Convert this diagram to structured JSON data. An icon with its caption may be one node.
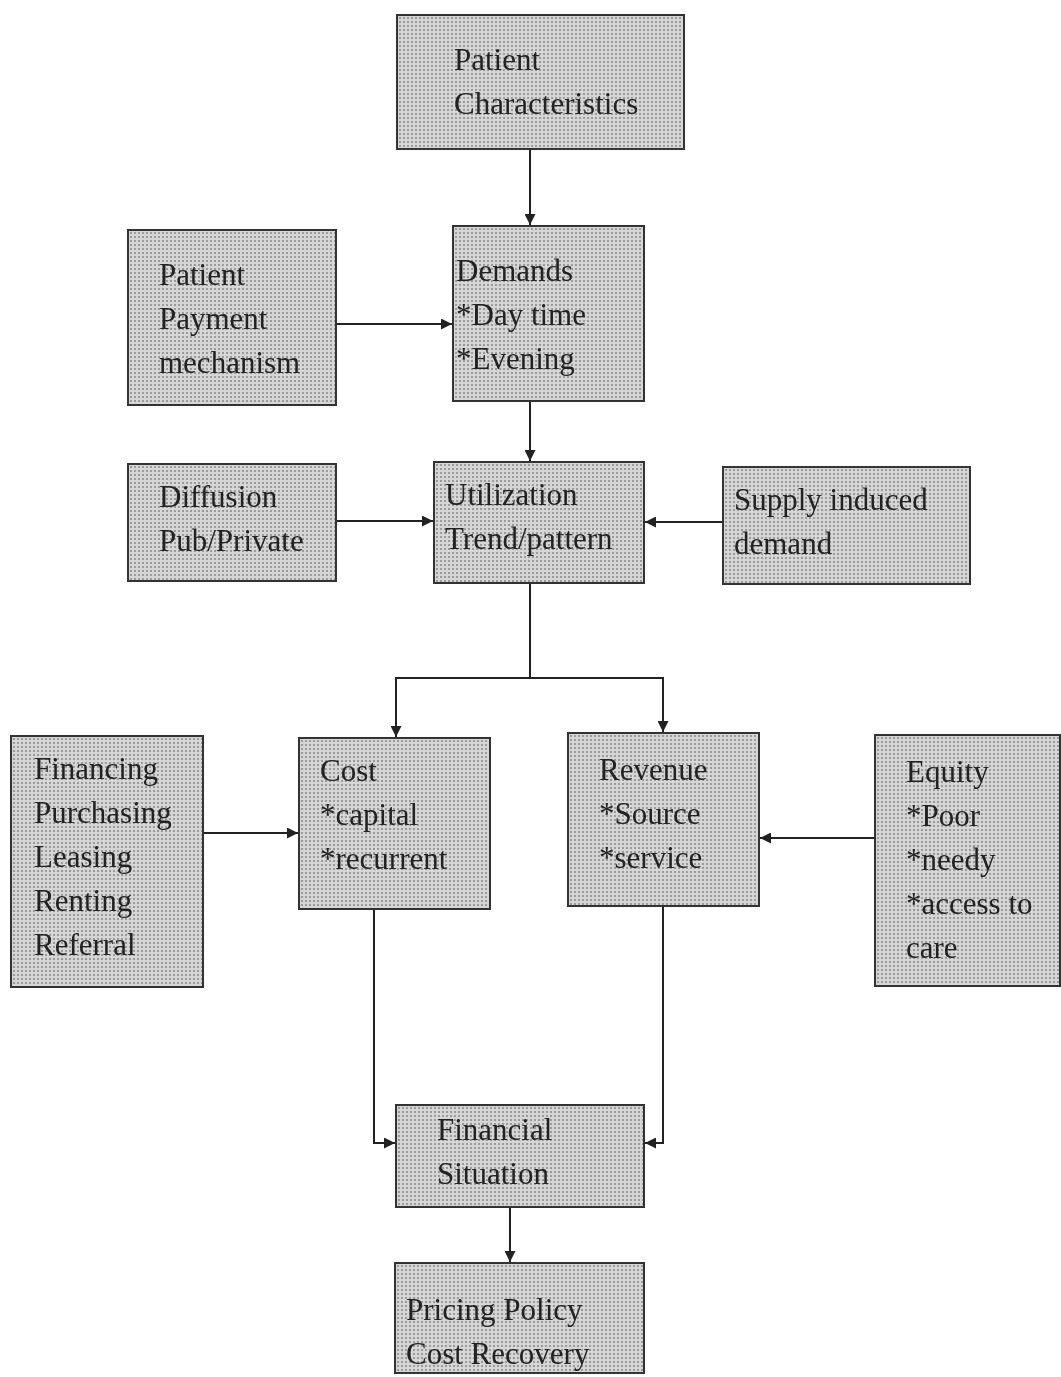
{
  "diagram": {
    "nodes": [
      {
        "text": [
          "Patient Characteristics"
        ]
      },
      {
        "text": [
          "Patient Payment mechanism"
        ]
      },
      {
        "text": [
          "Demands",
          "*Day time",
          "*Evening"
        ]
      },
      {
        "text": [
          "Diffusion",
          "Pub/Private"
        ]
      },
      {
        "text": [
          "Utilization",
          "Trend/pattern"
        ]
      },
      {
        "text": [
          "Supply induced demand"
        ]
      },
      {
        "text": [
          "Financing",
          "Purchasing",
          "Leasing",
          "Renting",
          "Referral"
        ]
      },
      {
        "text": [
          "Cost",
          "*capital",
          "*recurrent"
        ]
      },
      {
        "text": [
          "Revenue",
          "*Source",
          "*service"
        ]
      },
      {
        "text": [
          "Equity",
          "*Poor",
          "*needy",
          "*access to care"
        ]
      },
      {
        "text": [
          "Financial Situation"
        ]
      },
      {
        "text": [
          "Pricing Policy",
          "Cost Recovery"
        ]
      }
    ],
    "edges": [
      {
        "from": 0,
        "to": 2,
        "arrow": "to"
      },
      {
        "from": 1,
        "to": 2,
        "arrow": "to"
      },
      {
        "from": 2,
        "to": 4,
        "arrow": "to"
      },
      {
        "from": 3,
        "to": 4,
        "arrow": "to"
      },
      {
        "from": 5,
        "to": 4,
        "arrow": "to"
      },
      {
        "from": 4,
        "to": 7,
        "arrow": "to"
      },
      {
        "from": 4,
        "to": 8,
        "arrow": "to"
      },
      {
        "from": 6,
        "to": 7,
        "arrow": "to"
      },
      {
        "from": 9,
        "to": 8,
        "arrow": "to"
      },
      {
        "from": 7,
        "to": 10,
        "arrow": "to"
      },
      {
        "from": 8,
        "to": 10,
        "arrow": "to"
      },
      {
        "from": 10,
        "to": 11,
        "arrow": "to"
      }
    ]
  }
}
